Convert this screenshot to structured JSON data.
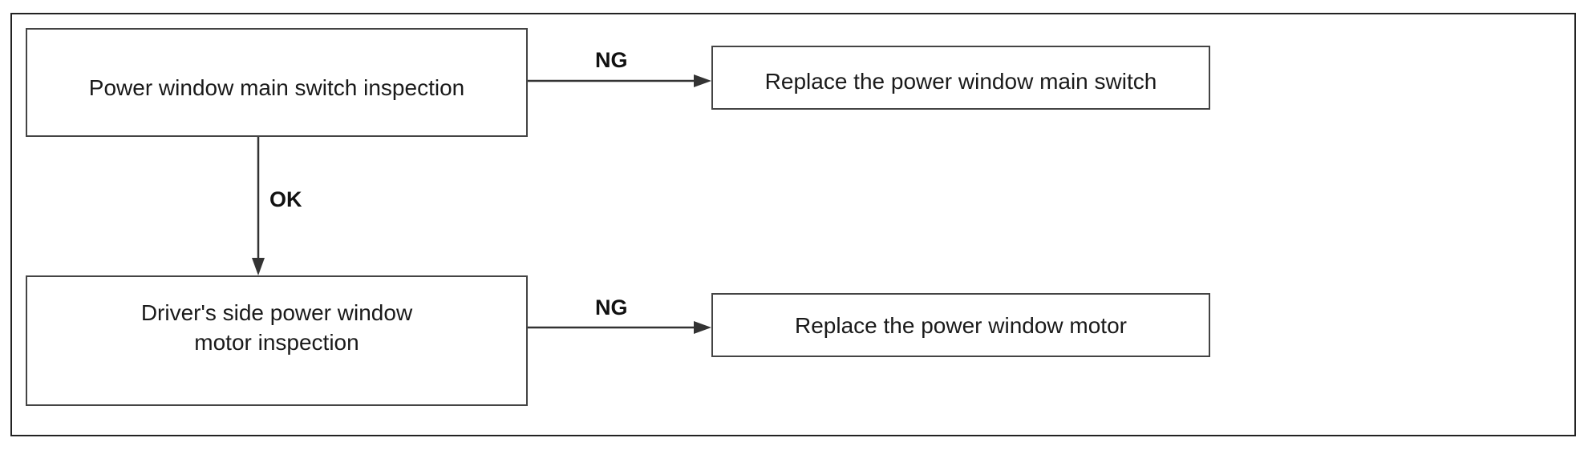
{
  "flowchart": {
    "steps": [
      {
        "text": "Power window main switch inspection",
        "ng_label": "NG",
        "ng_result": "Replace the power window main switch"
      },
      {
        "text": "Driver's side power window\nmotor  inspection",
        "ng_label": "NG",
        "ng_result": "Replace the power window motor"
      }
    ],
    "ok_label": "OK"
  },
  "colors": {
    "line": "#333333",
    "text": "#1a1a1a"
  }
}
